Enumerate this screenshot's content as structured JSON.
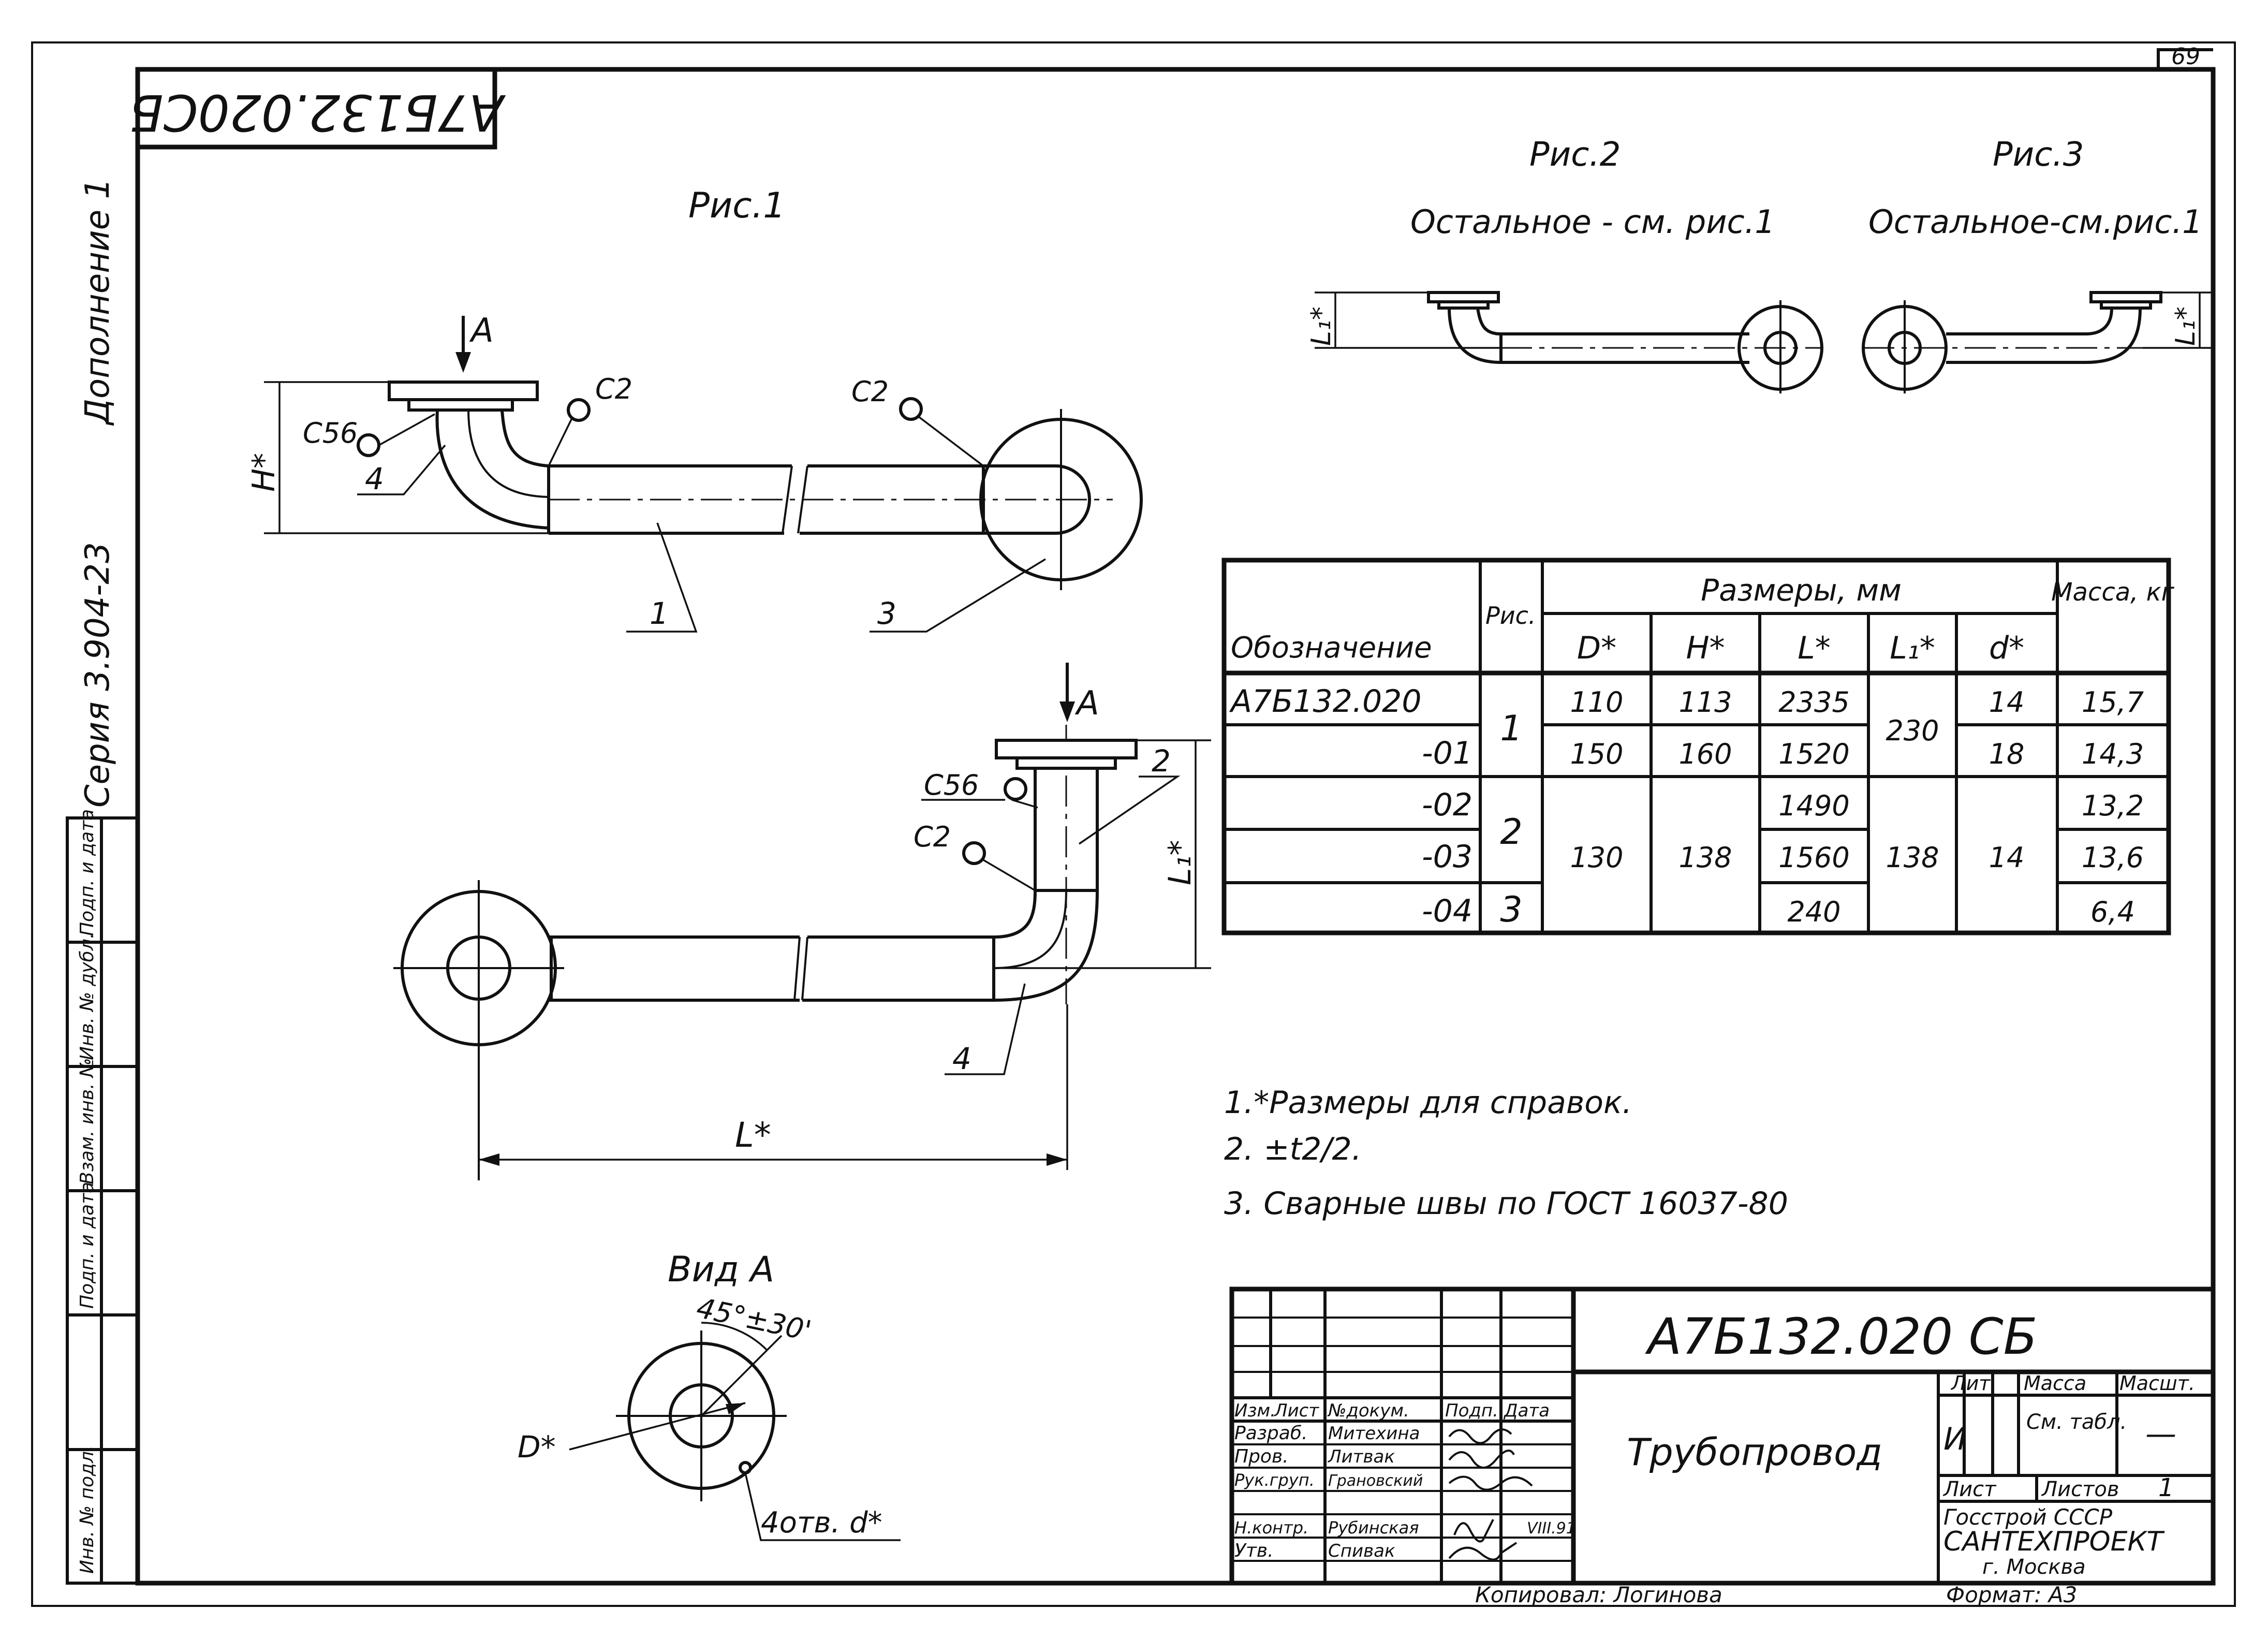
{
  "sheet_no": "69",
  "stamp_code": "А7Б132.020СБ",
  "side": {
    "addition": "Дополнение 1",
    "series": "Серия 3.904-23",
    "strip": [
      "Подп. и дата",
      "Инв. № дубл.",
      "Взам. инв. №",
      "Подп. и дата",
      "Инв. № подл."
    ]
  },
  "views": {
    "fig1": "Рис.1",
    "fig2": "Рис.2",
    "fig3": "Рис.3",
    "fig2_note": "Остальное - см. рис.1",
    "fig3_note": "Остальное-см.рис.1",
    "view_a": "Вид А",
    "arrow_a": "А"
  },
  "labels": {
    "c2": "С2",
    "c56": "С56",
    "h_dim": "Н*",
    "l_dim": "L*",
    "l1_dim": "L₁*",
    "d_dim": "D*",
    "angle": "45°±30'",
    "holes": "4отв. d*",
    "pos1": "1",
    "pos2": "2",
    "pos3": "3",
    "pos4": "4"
  },
  "table": {
    "col_designation": "Обозначение",
    "col_fig": "Рис.",
    "col_dims": "Размеры, мм",
    "col_mass": "Масса, кг",
    "sub_d": "D*",
    "sub_h": "H*",
    "sub_l": "L*",
    "sub_l1": "L₁*",
    "sub_dd": "d*",
    "rows": [
      {
        "designation": "А7Б132.020",
        "l": "2335",
        "dd": "14",
        "mass": "15,7"
      },
      {
        "designation": "-01",
        "l": "1520",
        "dd": "18",
        "mass": "14,3"
      },
      {
        "designation": "-02",
        "l": "1490",
        "dd": "",
        "mass": "13,2"
      },
      {
        "designation": "-03",
        "l": "1560",
        "dd": "",
        "mass": "13,6"
      },
      {
        "designation": "-04",
        "l": "240",
        "dd": "",
        "mass": "6,4"
      }
    ],
    "merged": {
      "fig_a": "1",
      "fig_b": "2",
      "fig_c": "3",
      "d_r1": "110",
      "d_r2": "150",
      "d_r345": "130",
      "h_r1": "113",
      "h_r2": "160",
      "h_r345": "138",
      "l1_r12": "230",
      "l1_r345": "138",
      "dd_r345": "14"
    }
  },
  "notes": [
    "1.*Размеры для справок.",
    "2. ±t2/2.",
    "3. Сварные швы по ГОСТ 16037-80"
  ],
  "title_block": {
    "code": "А7Б132.020 СБ",
    "name": "Трубопровод",
    "head_izm": "Изм.",
    "head_list": "Лист",
    "head_doc": "№докум.",
    "head_sign": "Подп.",
    "head_date": "Дата",
    "roles": [
      "Разраб.",
      "Пров.",
      "Рук.груп.",
      "Н.контр.",
      "Утв."
    ],
    "people": [
      "Митехина",
      "Литвак",
      "Грановский",
      "Рубинская",
      "Спивак"
    ],
    "date_note": "VIII.91",
    "lit_label": "Лит.",
    "lit_value": "И",
    "mass_label": "Масса",
    "mass_value": "См. табл.",
    "scale_label": "Масшт.",
    "scale_value": "—",
    "sheet_label": "Лист",
    "sheets_label": "Листов",
    "sheets_value": "1",
    "org1": "Госстрой СССР",
    "org2": "САНТЕХПРОЕКТ",
    "org3": "г. Москва"
  },
  "footer": {
    "copied": "Копировал: Логинова",
    "format": "Формат: А3"
  }
}
